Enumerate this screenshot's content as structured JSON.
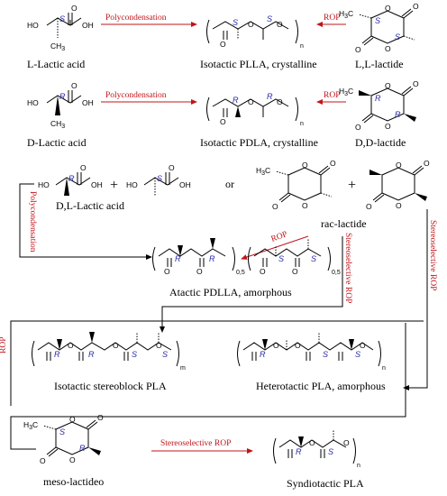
{
  "captions": {
    "l_lactic_acid": "L-Lactic acid",
    "isotactic_plla": "Isotactic PLLA, crystalline",
    "ll_lactide": "L,L-lactide",
    "d_lactic_acid": "D-Lactic acid",
    "isotactic_pdla": "Isotactic PDLA, crystalline",
    "dd_lactide": "D,D-lactide",
    "dl_lactic_acid": "D,L-Lactic acid",
    "rac_lactide": "rac-lactide",
    "atactic_pdlla": "Atactic PDLLA, amorphous",
    "isotactic_stereoblock": "Isotactic stereoblock PLA",
    "heterotactic": "Heterotactic PLA, amorphous",
    "meso_lactide": "meso-lactideo",
    "syndiotactic": "Syndiotactic PLA"
  },
  "reaction_labels": {
    "polycondensation": "Polycondensation",
    "rop": "ROP",
    "stereoselective_rop": "Stereoselective ROP"
  },
  "connectors": {
    "plus": "+",
    "or": "or"
  },
  "atoms": {
    "ho": "HO",
    "oh": "OH",
    "o": "O",
    "ch3": "CH",
    "h3c": "H",
    "c": "C"
  },
  "stereo": {
    "s": "S",
    "r": "R"
  },
  "subscripts": {
    "n": "n",
    "m": "m",
    "ratio": "0,5",
    "three": "3"
  },
  "colors": {
    "reaction_label": "#c0141b",
    "stereo_label": "#2a2aa8"
  }
}
